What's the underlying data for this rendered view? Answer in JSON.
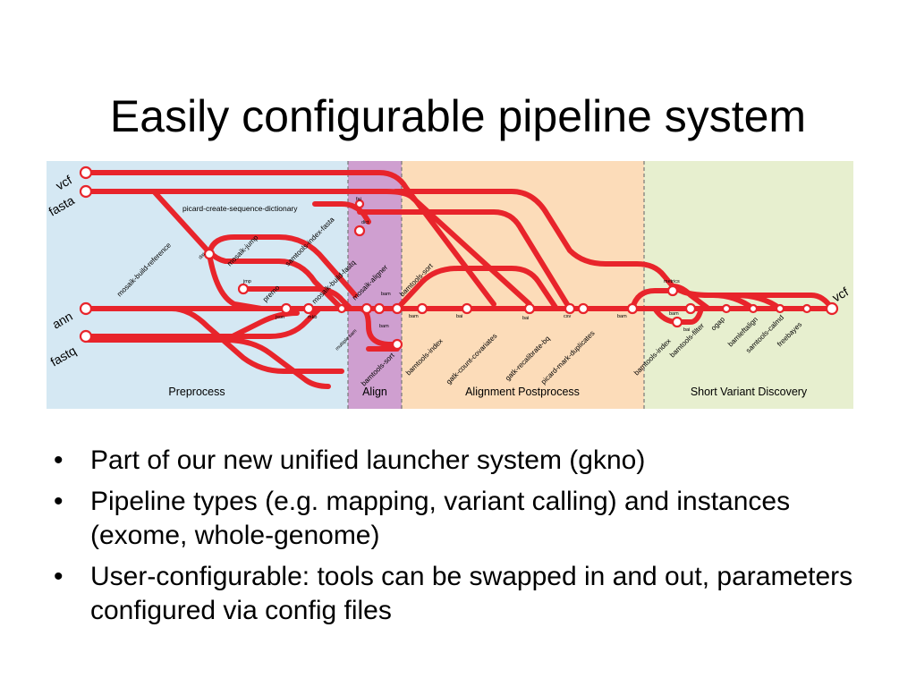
{
  "title": "Easily configurable pipeline system",
  "diagram": {
    "sections": [
      {
        "label": "Preprocess",
        "color": "#d5e8f3"
      },
      {
        "label": "Align",
        "color": "#cf9fd0"
      },
      {
        "label": "Alignment Postprocess",
        "color": "#fcdcb9"
      },
      {
        "label": "Short Variant Discovery",
        "color": "#e7efcf"
      }
    ],
    "line_color": "#e8242b",
    "inputs": [
      "vcf",
      "fasta",
      "ann",
      "fastq"
    ],
    "output": "vcf",
    "tools": [
      "picard-create-sequence-dictionary",
      "mosaik-build-reference",
      "mosaik-jump",
      "samtools-index-fasta",
      "premo",
      "mosaik-build-fastq",
      "mosaik-aligner",
      "bamtools-sort",
      "bamtools-sort",
      "bamtools-index",
      "gatk-count-covariates",
      "gatk-recalibrate-bq",
      "picard-mark-duplicates",
      "bamtools-index",
      "bamtools-filter",
      "ogap",
      "bamleftalign",
      "samtools-calmd",
      "freebayes"
    ],
    "file_labels": [
      "fai",
      "dict",
      "dat",
      "jmp",
      "json",
      "mkb",
      "bam",
      "multiple bam",
      "bam",
      "bam",
      "bai",
      "bai",
      "csv",
      "bam",
      "bam",
      "metrics",
      "bai"
    ]
  },
  "bullets": [
    "Part of our new unified launcher system (gkno)",
    "Pipeline types (e.g. mapping, variant calling) and instances (exome, whole-genome)",
    "User-configurable: tools can be swapped in and out, parameters configured via config files"
  ]
}
